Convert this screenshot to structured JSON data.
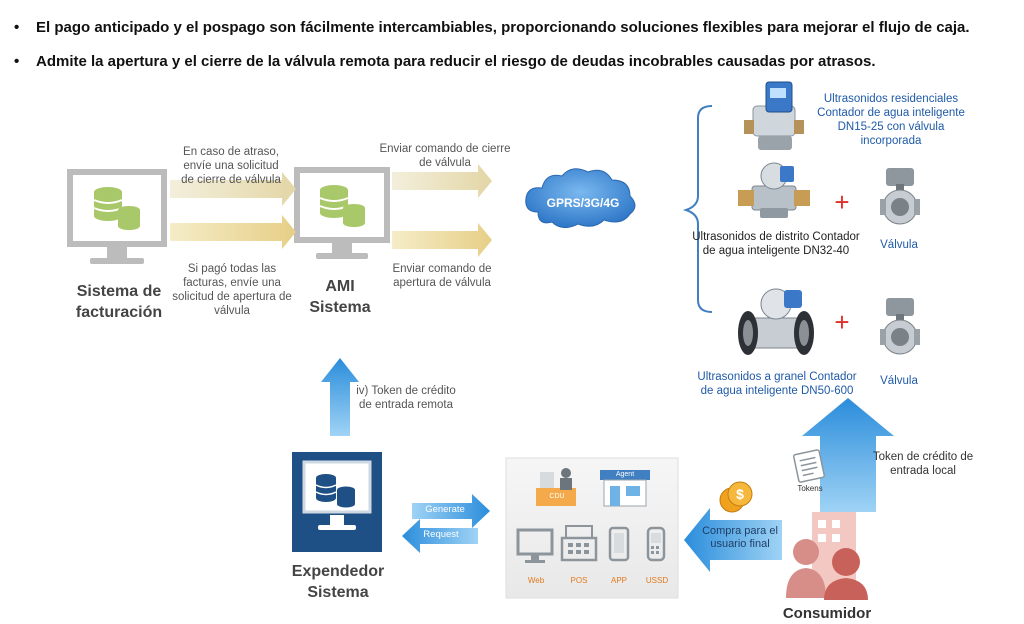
{
  "bullets": [
    "El pago anticipado y el pospago son fácilmente intercambiables, proporcionando soluciones flexibles para mejorar el flujo de caja.",
    "Admite la apertura y el cierre de la válvula remota para reducir el riesgo de deudas incobrables causadas por atrasos."
  ],
  "billing": {
    "title": "Sistema de facturación",
    "msg_top": "En caso de atraso, envíe una solicitud de cierre de válvula",
    "msg_bottom": "Si pagó todas las facturas, envíe una solicitud de apertura de válvula"
  },
  "ami": {
    "title": "AMI Sistema",
    "cmd_close": "Enviar comando de cierre de válvula",
    "cmd_open": "Enviar comando de apertura de válvula"
  },
  "network": {
    "label": "GPRS/3G/4G"
  },
  "meters": {
    "residential": "Ultrasonidos residenciales Contador de agua inteligente DN15-25 con válvula incorporada",
    "district": "Ultrasonidos de distrito Contador de agua inteligente DN32-40",
    "bulk": "Ultrasonidos a granel Contador de agua inteligente DN50-600",
    "valve_1": "Válvula",
    "valve_2": "Válvula",
    "plus": "+"
  },
  "vending": {
    "title": "Expendedor Sistema",
    "token_remote": "iv) Token de crédito de entrada remota",
    "generate": "Generate",
    "request": "Request"
  },
  "channels": {
    "cdu": "CDU",
    "agent": "Agent",
    "items": [
      "Web",
      "POS",
      "APP",
      "USSD"
    ]
  },
  "consumer": {
    "title": "Consumidor",
    "purchase": "Compra para el usuario final",
    "tokens": "Tokens",
    "token_local": "Token de crédito de entrada local"
  },
  "colors": {
    "blue_text": "#1f5aa8",
    "arrow_tan": "#e8dfbf",
    "arrow_gold": "#e9d9a0",
    "arrow_blue": "#3f9cdf",
    "cloud": "#4a90d9",
    "vending_box": "#1e4f85",
    "plus_red": "#e0302b",
    "coin_gold": "#f0a21e"
  }
}
